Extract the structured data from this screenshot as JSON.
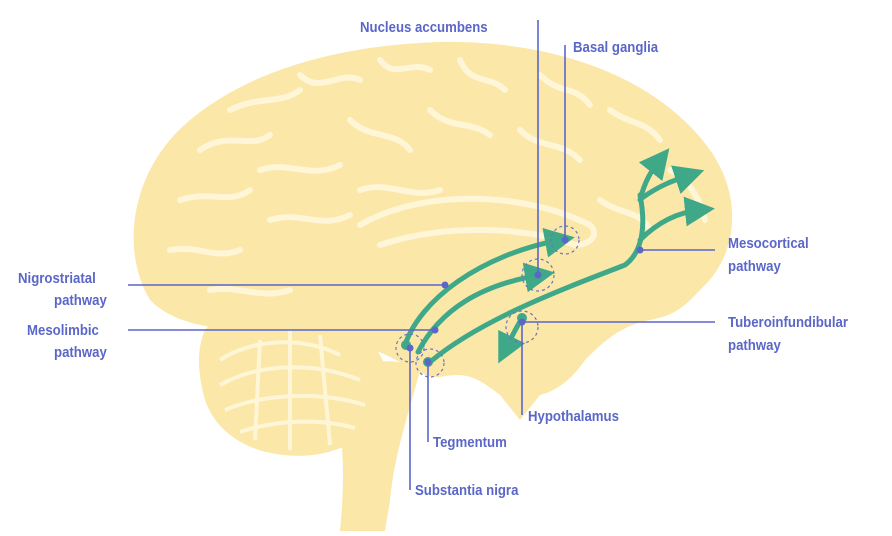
{
  "labels": {
    "nucleus_accumbens": "Nucleus accumbens",
    "basal_ganglia": "Basal ganglia",
    "nigrostriatal_1": "Nigrostriatal",
    "nigrostriatal_2": "pathway",
    "mesolimbic_1": "Mesolimbic",
    "mesolimbic_2": "pathway",
    "mesocortical_1": "Mesocortical",
    "mesocortical_2": "pathway",
    "tuberoinfundibular_1": "Tuberoinfundibular",
    "tuberoinfundibular_2": "pathway",
    "hypothalamus": "Hypothalamus",
    "tegmentum": "Tegmentum",
    "substantia_nigra": "Substantia nigra"
  },
  "colors": {
    "brain_fill": "#fbe7a8",
    "brain_detail": "#fff6d8",
    "leader_line": "#5b67c8",
    "label_text": "#5b67c8",
    "pathway_arrow": "#3fa888",
    "highlight_circle": "#6c74c4",
    "background": "#ffffff"
  }
}
